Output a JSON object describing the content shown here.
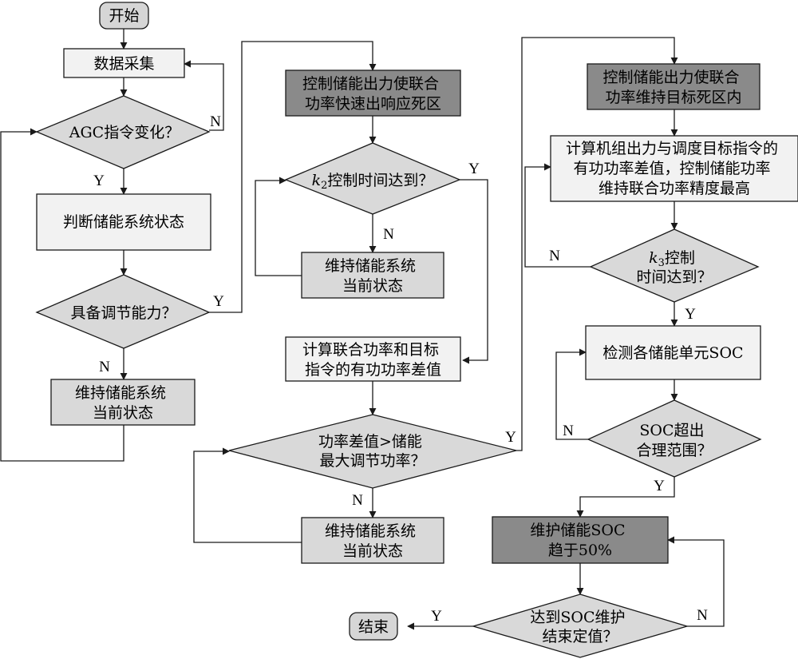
{
  "colors": {
    "terminal": "#d6d6d6",
    "process_light": "#f2f2f2",
    "process_mid": "#d9d9d9",
    "process_dark": "#8a8a8a",
    "decision": "#d9d9d9",
    "stroke": "#1a1a1a"
  },
  "nodes": {
    "start": [
      "开始"
    ],
    "collect": [
      "数据采集"
    ],
    "agc": [
      "AGC指令变化？"
    ],
    "judge": [
      "判断储能系统状态"
    ],
    "capable": [
      "具备调节能力？"
    ],
    "keep1": [
      "维持储能系统",
      "当前状态"
    ],
    "ctrl_fast": [
      "控制储能出力使联合",
      "功率快速出响应死区"
    ],
    "k2": [
      "控制时间达到？"
    ],
    "k2_prefix": "k",
    "k2_sub": "2",
    "keep2": [
      "维持储能系统",
      "当前状态"
    ],
    "calc_diff": [
      "计算联合功率和目标",
      "指令的有功功率差值"
    ],
    "diff_cmp": [
      "功率差值>储能",
      "最大调节功率？"
    ],
    "keep3": [
      "维持储能系统",
      "当前状态"
    ],
    "ctrl_hold": [
      "控制储能出力使联合",
      "功率维持目标死区内"
    ],
    "calc_unit": [
      "计算机组出力与调度目标指令的",
      "有功功率差值，控制储能功率",
      "维持联合功率精度最高"
    ],
    "k3": [
      "控制",
      "时间达到？"
    ],
    "k3_prefix": "k",
    "k3_sub": "3",
    "detect": [
      "检测各储能单元SOC"
    ],
    "soc_out": [
      "SOC超出",
      "合理范围？"
    ],
    "maintain": [
      "维护储能SOC",
      "趋于50%"
    ],
    "reach": [
      "达到SOC维护",
      "结束定值？"
    ],
    "end": [
      "结束"
    ]
  },
  "edge_labels": {
    "agc_n": "N",
    "agc_y": "Y",
    "capable_y": "Y",
    "capable_n": "N",
    "k2_y": "Y",
    "k2_n": "N",
    "diff_n": "N",
    "diff_y": "Y",
    "k3_n": "N",
    "k3_y": "Y",
    "soc_n": "N",
    "soc_y": "Y",
    "reach_y": "Y",
    "reach_n": "N"
  }
}
